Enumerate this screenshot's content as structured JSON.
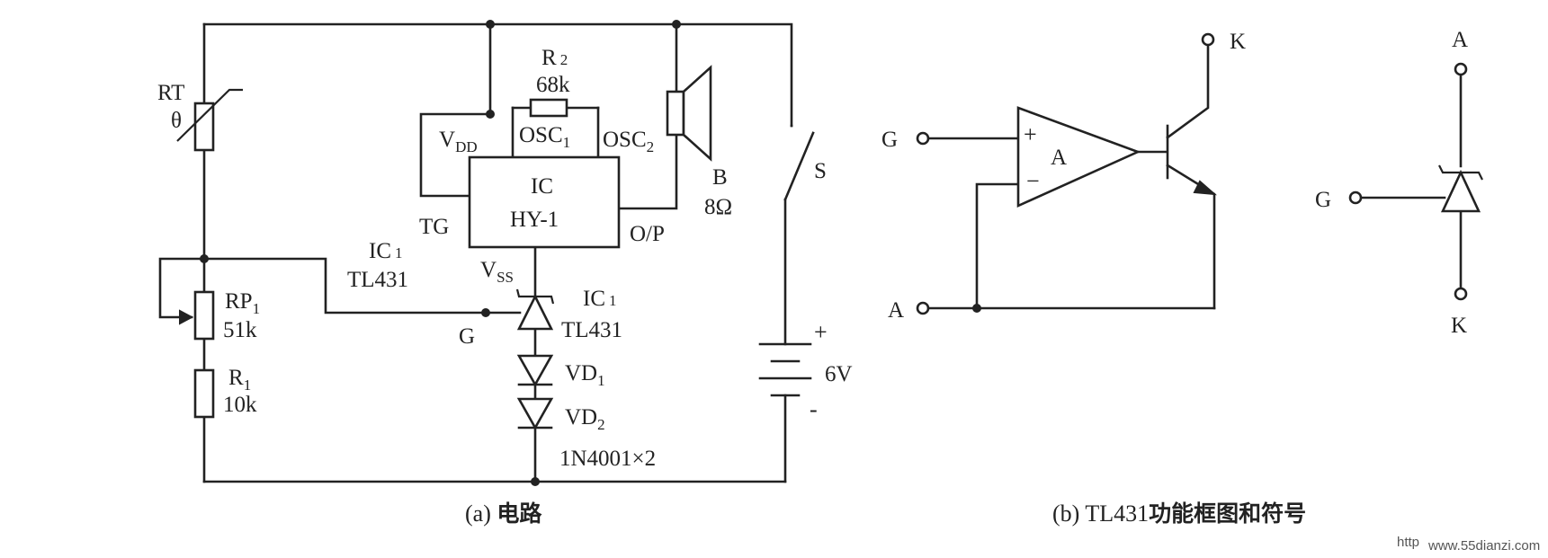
{
  "circuit": {
    "rt": {
      "name": "RT",
      "symbol": "θ"
    },
    "r2": {
      "name": "R",
      "sub": "2",
      "value": "68k"
    },
    "ic_pins": {
      "vdd_main": "V",
      "vdd_sub": "DD",
      "osc1_main": "OSC",
      "osc1_sub": "1",
      "osc2_main": "OSC",
      "osc2_sub": "2",
      "tg": "TG",
      "op": "O/P",
      "vss_main": "V",
      "vss_sub": "SS"
    },
    "ic": {
      "line1": "IC",
      "line2": "HY-1"
    },
    "speaker": {
      "name": "B",
      "value": "8Ω"
    },
    "switch": {
      "name": "S"
    },
    "ic1_left": {
      "name_main": "IC",
      "name_sub": "1",
      "part": "TL431"
    },
    "ic1_right": {
      "name_main": "IC",
      "name_sub": "1",
      "part": "TL431"
    },
    "g_label": "G",
    "rp1": {
      "name_main": "RP",
      "name_sub": "1",
      "value": "51k"
    },
    "r1": {
      "name_main": "R",
      "name_sub": "1",
      "value": "10k"
    },
    "vd1": {
      "main": "VD",
      "sub": "1"
    },
    "vd2": {
      "main": "VD",
      "sub": "2"
    },
    "diode_part": "1N4001×2",
    "battery": {
      "plus": "+",
      "value": "6V",
      "minus": "-"
    }
  },
  "block": {
    "g": "G",
    "a": "A",
    "k": "K",
    "amp": "A",
    "plus": "+",
    "minus": "−"
  },
  "symbol": {
    "a": "A",
    "g": "G",
    "k": "K"
  },
  "captions": {
    "a_prefix": "(a) ",
    "a_cn": "电路",
    "b_prefix": "(b) TL431",
    "b_cn": "功能框图和符号"
  },
  "watermark": {
    "left": "http",
    "right": "www.55dianzi.com"
  }
}
